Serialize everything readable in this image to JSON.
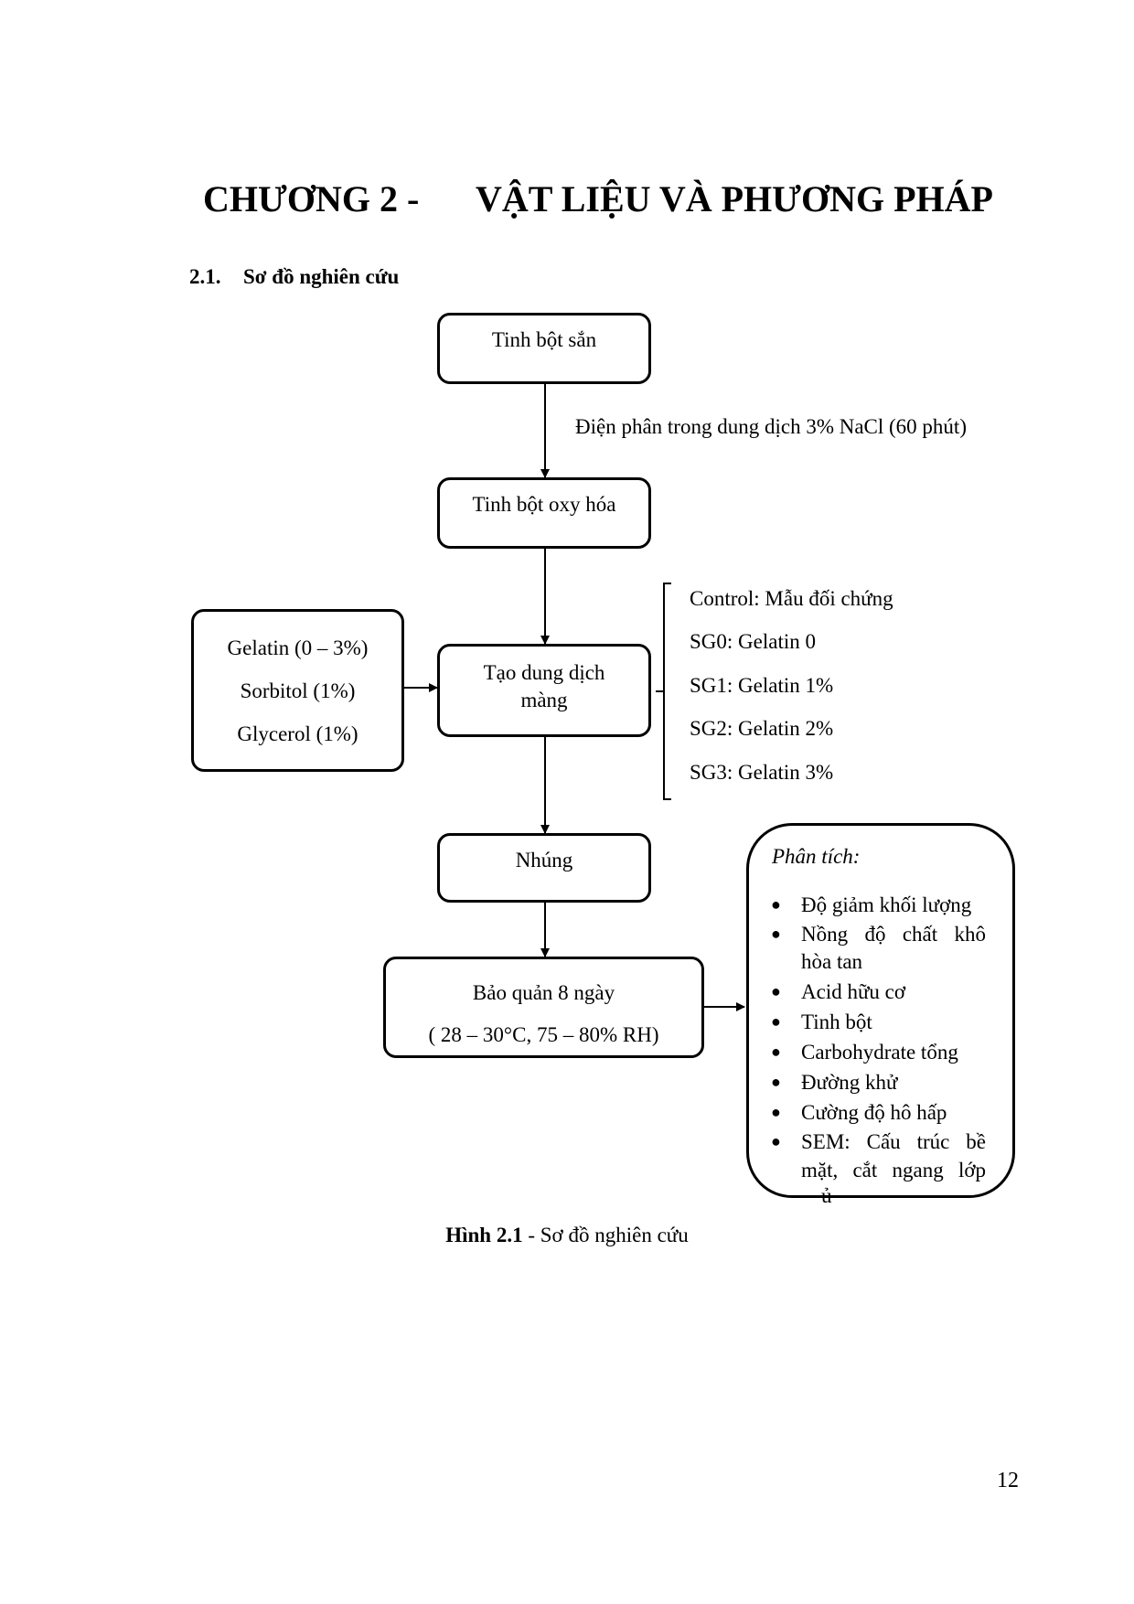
{
  "chapter": {
    "number": "CHƯƠNG 2 -",
    "title": "VẬT LIỆU VÀ PHƯƠNG PHÁP"
  },
  "section": {
    "number": "2.1.",
    "title": "Sơ đồ nghiên cứu"
  },
  "diagram": {
    "nodes": {
      "cassava_starch": "Tinh bột sắn",
      "oxidized_starch": "Tinh bột oxy hóa",
      "film_solution": [
        "Tạo dung dịch",
        "màng"
      ],
      "dipping": "Nhúng",
      "storage": [
        "Bảo quản 8 ngày",
        "( 28 – 30°C, 75 – 80% RH)"
      ]
    },
    "electrolysis_label": "Điện phân trong dung dịch 3% NaCl (60 phút)",
    "additives": [
      "Gelatin (0 – 3%)",
      "Sorbitol (1%)",
      "Glycerol (1%)"
    ],
    "sample_groups": [
      "Control: Mẫu đối chứng",
      "SG0: Gelatin 0",
      "SG1: Gelatin 1%",
      "SG2: Gelatin 2%",
      "SG3: Gelatin 3%"
    ],
    "analysis": {
      "title": "Phân tích:",
      "items": [
        [
          "Độ giảm khối lượng"
        ],
        [
          "Nồng độ chất khô",
          "hòa tan"
        ],
        [
          "Acid hữu cơ"
        ],
        [
          "Tinh bột"
        ],
        [
          "Carbohydrate tổng"
        ],
        [
          "Đường khử"
        ],
        [
          "Cường độ hô hấp"
        ],
        [
          "SEM: Cấu trúc bề",
          "mặt, cắt ngang lớp",
          "ủ"
        ]
      ],
      "bullet": "●"
    }
  },
  "caption": {
    "label": "Hình 2.1",
    "text": " - Sơ đồ nghiên cứu"
  },
  "page_number": "12"
}
